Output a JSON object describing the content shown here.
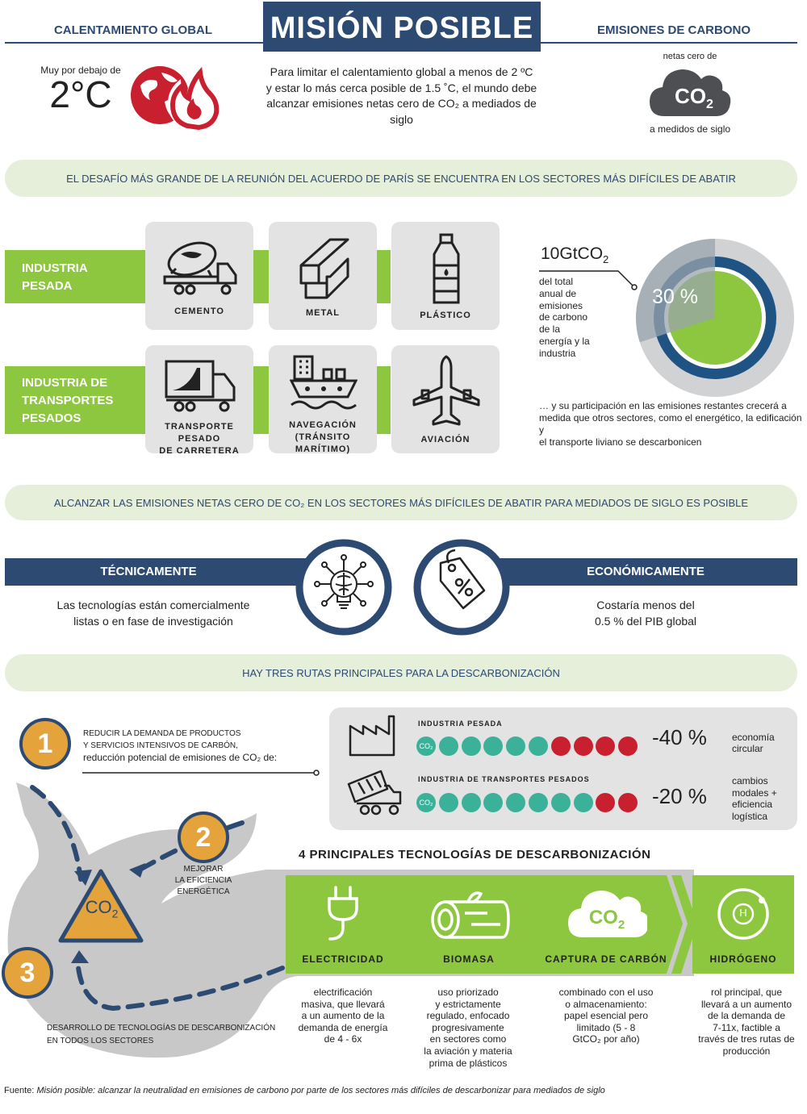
{
  "header": {
    "left_title": "CALENTAMIENTO GLOBAL",
    "main_title": "MISIÓN POSIBLE",
    "right_title": "EMISIONES DE CARBONO"
  },
  "intro": {
    "temp_caption": "Muy por debajo de",
    "temp_value": "2°C",
    "text_line1": "Para limitar el calentamiento global a menos de 2 ºC",
    "text_line2": "y estar lo más cerca posible de 1.5 ˚C, el mundo debe",
    "text_line3": "alcanzar emisiones netas cero de CO₂ a mediados de",
    "text_line4": "siglo",
    "co2_top": "netas cero de",
    "co2_icon_text": "CO",
    "co2_icon_sub": "2",
    "co2_bottom": "a medidos de siglo"
  },
  "banner1": "EL DESAFÍO MÁS GRANDE DE LA REUNIÓN DEL ACUERDO DE PARÍS SE ENCUENTRA EN LOS SECTORES MÁS DIFÍCILES DE ABATIR",
  "sectors": {
    "heavy": {
      "label_l1": "INDUSTRIA",
      "label_l2": "PESADA",
      "items": [
        "CEMENTO",
        "METAL",
        "PLÁSTICO"
      ]
    },
    "transport": {
      "label_l1": "INDUSTRIA DE",
      "label_l2": "TRANSPORTES",
      "label_l3": "PESADOS",
      "item1_l1": "TRANSPORTE PESADO",
      "item1_l2": "DE CARRETERA",
      "item2_l1": "NAVEGACIÓN",
      "item2_l2": "(TRÁNSITO MARÍTIMO)",
      "item3": "AVIACIÓN"
    }
  },
  "donut": {
    "amount": "10GtCO",
    "amount_sub": "2",
    "desc": [
      "del total",
      "anual de",
      "emisiones",
      "de carbono",
      "de la",
      "energía y la",
      "industria"
    ],
    "percent_label": "30 %",
    "share": 0.3,
    "note_l1": "… y su participación en las emisiones restantes crecerá a",
    "note_l2": "medida que otros sectores, como el energético, la edificación y",
    "note_l3": "el transporte liviano se descarbonicen"
  },
  "banner2": "ALCANZAR LAS EMISIONES NETAS CERO DE CO₂ EN LOS SECTORES MÁS DIFÍCILES DE ABATIR PARA MEDIADOS DE SIGLO ES POSIBLE",
  "feasibility": {
    "tech_title": "TÉCNICAMENTE",
    "tech_l1": "Las tecnologías están comercialmente",
    "tech_l2": "listas o en fase de investigación",
    "econ_title": "ECONÓMICAMENTE",
    "econ_l1": "Costaría menos del",
    "econ_l2": "0.5 % del PIB global"
  },
  "banner3": "HAY TRES RUTAS PRINCIPALES PARA LA DESCARBONIZACIÓN",
  "routes": {
    "r1_num": "1",
    "r1_l1": "REDUCIR LA DEMANDA DE PRODUCTOS",
    "r1_l2": "Y SERVICIOS INTENSIVOS DE CARBÓN,",
    "r1_l3": "reducción potencial de emisiones de CO₂ de:",
    "r2_num": "2",
    "r2_l1": "MEJORAR",
    "r2_l2": "LA EFICIENCIA",
    "r2_l3": "ENERGÉTICA",
    "r3_num": "3",
    "r3_l1": "DESARROLLO DE TECNOLOGÍAS DE DESCARBONIZACIÓN",
    "r3_l2": "EN TODOS LOS SECTORES",
    "triangle_text": "CO",
    "triangle_sub": "2"
  },
  "reduction": {
    "heavy_title": "INDUSTRIA PESADA",
    "heavy_value": "-40 %",
    "heavy_green": 6,
    "heavy_total": 10,
    "heavy_note_l1": "economía",
    "heavy_note_l2": "circular",
    "transport_title": "INDUSTRIA DE TRANSPORTES PESADOS",
    "transport_value": "-20 %",
    "transport_green": 8,
    "transport_total": 10,
    "transport_note_l1": "cambios",
    "transport_note_l2": "modales +",
    "transport_note_l3": "eficiencia",
    "transport_note_l4": "logística",
    "dot_label": "CO₂",
    "green_color": "#3cb19a",
    "red_color": "#c8202f"
  },
  "technologies": {
    "title": "4 PRINCIPALES TECNOLOGÍAS DE DESCARBONIZACIÓN",
    "electricity": "ELECTRICIDAD",
    "biomass": "BIOMASA",
    "capture": "CAPTURA DE CARBÓN",
    "capture_icon": "CO",
    "capture_icon_sub": "2",
    "hydrogen": "HIDRÓGENO",
    "hydrogen_icon": "H",
    "electricity_desc": [
      "electrificación",
      "masiva, que llevará",
      "a un aumento de la",
      "demanda de energía",
      "de 4 - 6x"
    ],
    "biomass_desc": [
      "uso priorizado",
      "y estrictamente",
      "regulado, enfocado",
      "progresivamente",
      "en sectores como",
      "la aviación y materia",
      "prima de plásticos"
    ],
    "capture_desc": [
      "combinado con el uso",
      "o almacenamiento:",
      "papel esencial pero",
      "limitado (5 - 8",
      "GtCO₂ por año)"
    ],
    "hydrogen_desc": [
      "rol principal, que",
      "llevará a un aumento",
      "de la demanda de",
      "7-11x, factible a",
      "través de tres rutas de",
      "producción"
    ]
  },
  "source": {
    "prefix": "Fuente: ",
    "text": "Misión posible: alcanzar la neutralidad en emisiones de carbono por parte de los sectores más difíciles de descarbonizar para mediados de siglo"
  },
  "colors": {
    "navy": "#2c4a72",
    "green": "#8dc63f",
    "orange": "#e5a33b",
    "red": "#c8202f",
    "light_green": "#e6efd9",
    "gray": "#c8c8c8"
  }
}
